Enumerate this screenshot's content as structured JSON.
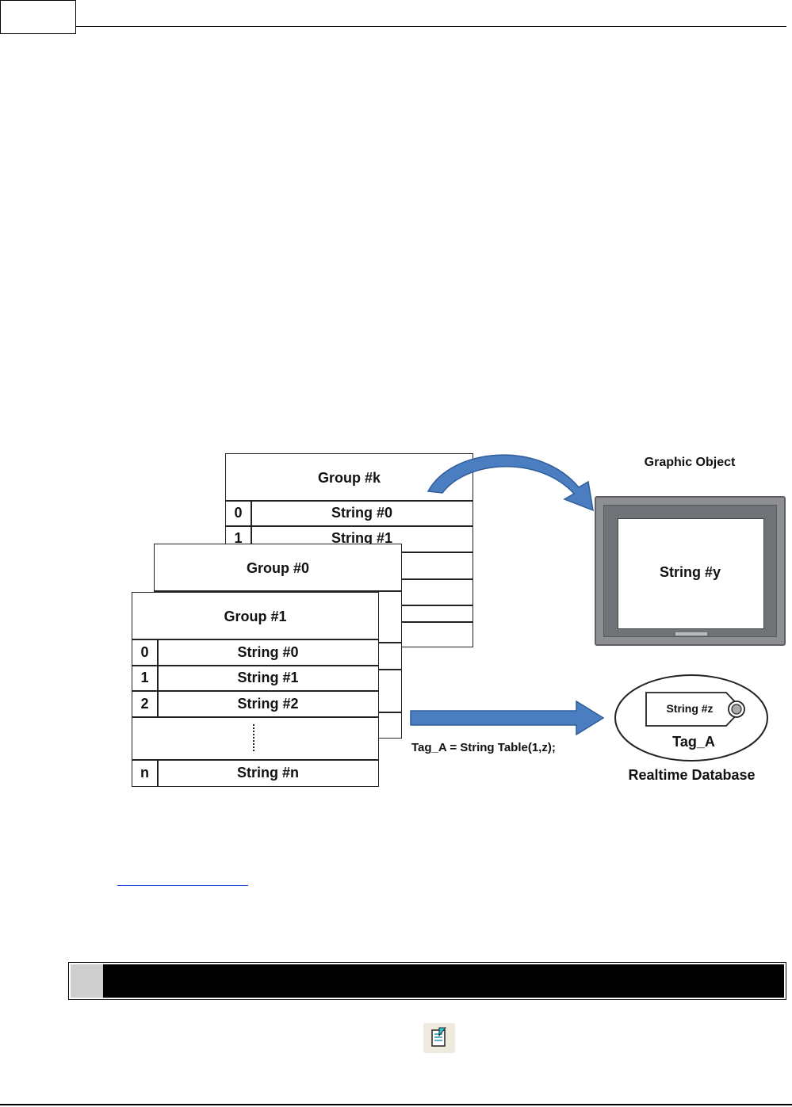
{
  "diagram": {
    "group_k": {
      "title": "Group #k",
      "rows": [
        {
          "index": "0",
          "value": "String #0"
        },
        {
          "index": "1",
          "value": "String #1"
        }
      ]
    },
    "group_0": {
      "title": "Group #0"
    },
    "group_1": {
      "title": "Group #1",
      "rows": [
        {
          "index": "0",
          "value": "String #0"
        },
        {
          "index": "1",
          "value": "String #1"
        },
        {
          "index": "2",
          "value": "String #2"
        },
        {
          "index": "n",
          "value": "String #n"
        }
      ]
    },
    "graphic_object": {
      "label": "Graphic Object",
      "screen_text": "String #y"
    },
    "assignment": "Tag_A = String Table(1,z);",
    "database": {
      "tag_value": "String #z",
      "tag_name": "Tag_A",
      "label": "Realtime Database"
    }
  },
  "colors": {
    "arrow_blue": "#4a7ec0",
    "link_blue": "#1a4fd6"
  },
  "icons": {
    "toolbar": "string-table-icon"
  }
}
